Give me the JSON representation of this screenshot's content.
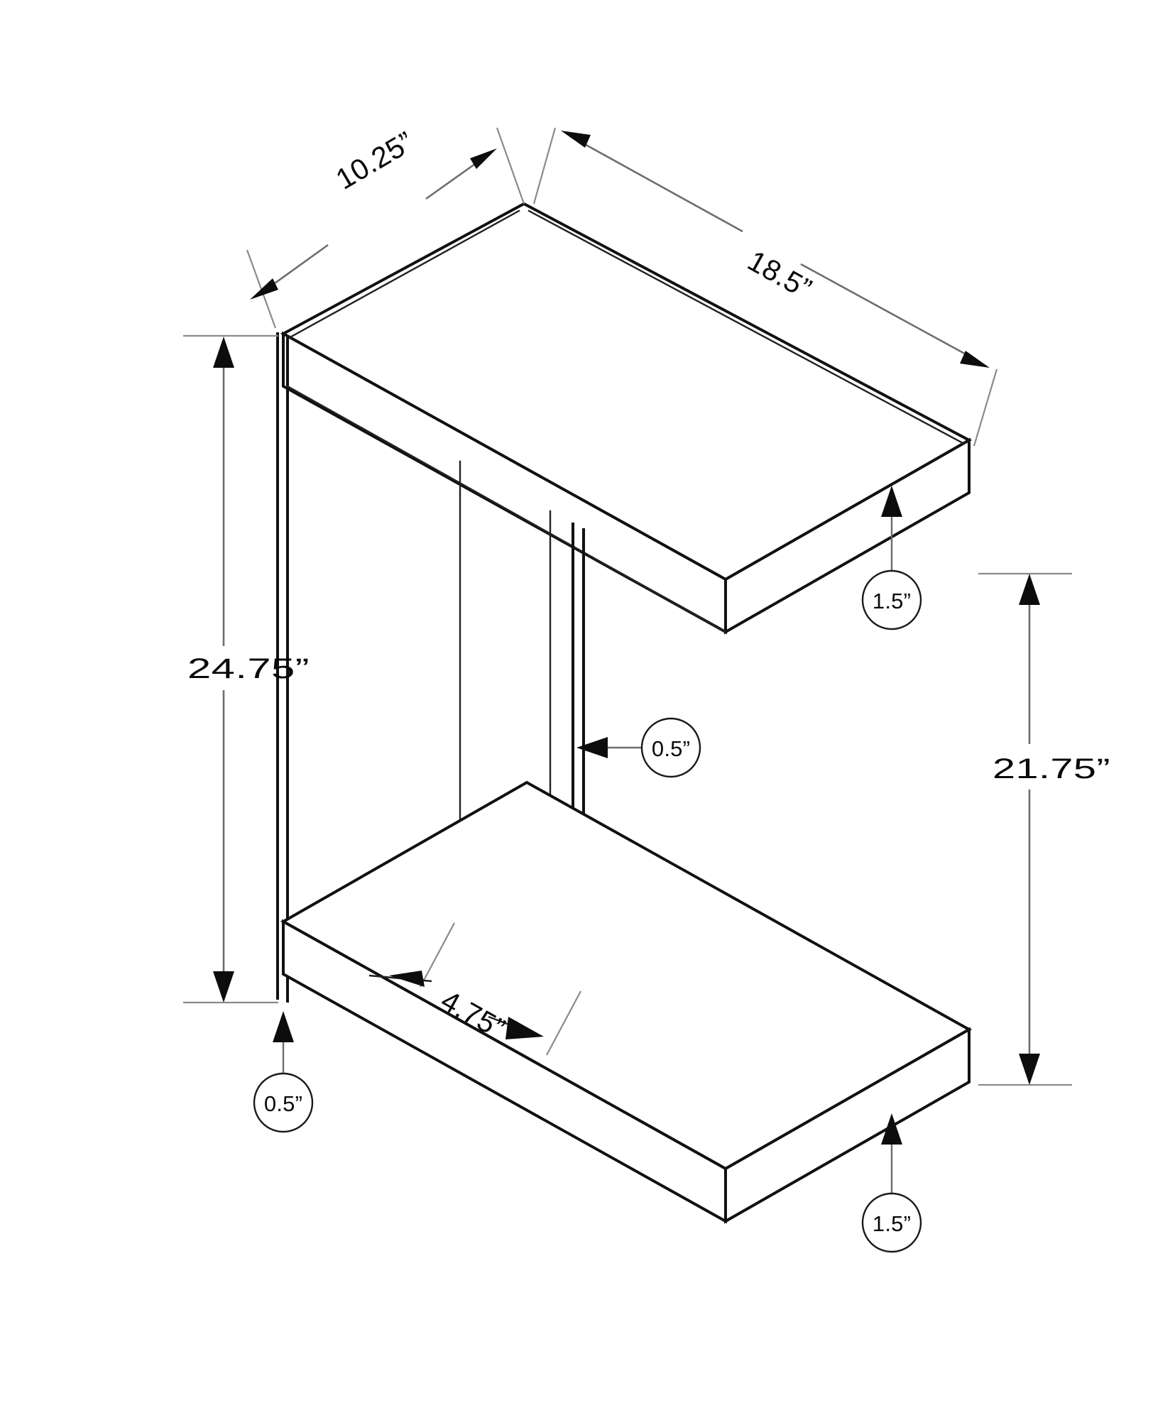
{
  "drawing": {
    "title": "C-Shaped Accent Table Dimensional Drawing",
    "units": "inches",
    "view": "isometric",
    "line_color": "#111111",
    "dimension_color": "#6d6d6d",
    "background": "#ffffff"
  },
  "dimensions": {
    "depth": {
      "label": "10.25”",
      "value": 10.25,
      "describes": "top-shelf-depth"
    },
    "width": {
      "label": "18.5”",
      "value": 18.5,
      "describes": "top-shelf-width"
    },
    "overall_height": {
      "label": "24.75”",
      "value": 24.75,
      "describes": "overall-table-height"
    },
    "clearance_height": {
      "label": "21.75”",
      "value": 21.75,
      "describes": "top-shelf-underside-to-bottom-shelf-underside"
    },
    "foot_length": {
      "label": "4.75”",
      "value": 4.75,
      "describes": "base-foot-block-length"
    }
  },
  "callouts": [
    {
      "id": "top-shelf-thickness",
      "label": "1.5”",
      "value": 1.5,
      "describes": "top-shelf-thickness"
    },
    {
      "id": "center-panel-thickness",
      "label": "0.5”",
      "value": 0.5,
      "describes": "center-support-panel-thickness"
    },
    {
      "id": "back-panel-thickness",
      "label": "0.5”",
      "value": 0.5,
      "describes": "back-panel-thickness"
    },
    {
      "id": "bottom-shelf-thickness",
      "label": "1.5”",
      "value": 1.5,
      "describes": "bottom-shelf-thickness"
    }
  ]
}
